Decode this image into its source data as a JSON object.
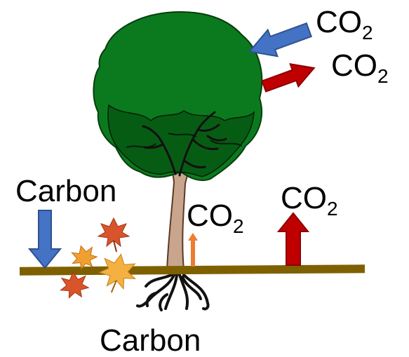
{
  "labels": {
    "co2_in_top": {
      "main": "CO",
      "sub": "2"
    },
    "co2_out_top": {
      "main": "CO",
      "sub": "2"
    },
    "co2_soil_small": {
      "main": "CO",
      "sub": "2"
    },
    "co2_soil_large": {
      "main": "CO",
      "sub": "2"
    },
    "carbon_litter": "Carbon",
    "carbon_roots": "Carbon"
  },
  "colors": {
    "arrow_blue": "#4472c4",
    "arrow_red": "#c00000",
    "arrow_orange": "#ed7d31",
    "ground": "#7f6000",
    "canopy": "#0b7a1e",
    "canopy_dark": "#075c14",
    "trunk": "#c9a58e",
    "root": "#111111"
  }
}
